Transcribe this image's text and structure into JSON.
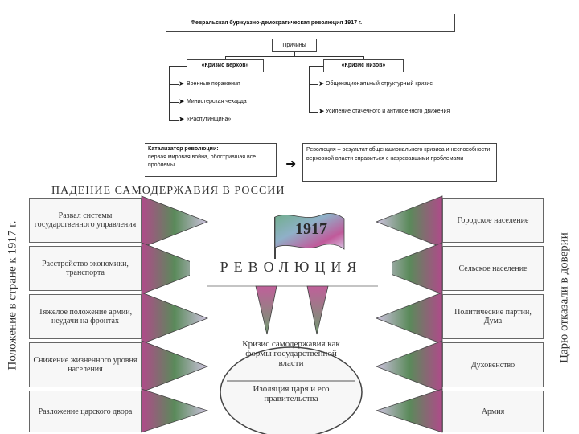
{
  "top": {
    "title": "Февральская буржуазно-демократическая революция 1917 г.",
    "causes_label": "Причины",
    "crisis_top": "«Кризис верхов»",
    "crisis_bottom": "«Кризис низов»",
    "left_items": [
      "Военные поражения",
      "Министерская чехарда",
      "«Распутинщина»"
    ],
    "right_items": [
      "Общенациональный структурный кризис",
      "Усиление стачечного и антивоенного движения"
    ],
    "catalyst_title": "Катализатор революции:",
    "catalyst_text": "первая мировая война, обострившая все проблемы",
    "revolution_text": "Революция – результат общенационального кризиса и неспособности верховной власти справиться с назревавшими проблемами"
  },
  "bottom": {
    "header": "ПАДЕНИЕ САМОДЕРЖАВИЯ В РОССИИ",
    "left_vertical": "Положение в стране к 1917 г.",
    "right_vertical": "Царю отказали в доверии",
    "year": "1917",
    "revolution": "РЕВОЛЮЦИЯ",
    "left_boxes": [
      "Развал системы государственного управления",
      "Расстройство экономики, транспорта",
      "Тяжелое положение армии, неудачи на фронтах",
      "Снижение жизненного уровня населения",
      "Разложение царского двора"
    ],
    "right_boxes": [
      "Городское население",
      "Сельское население",
      "Политические партии, Дума",
      "Духовенство",
      "Армия"
    ],
    "oval_line1": "Кризис самодержавия как формы государственной власти",
    "oval_line2": "Изоляция царя и его правительства"
  },
  "colors": {
    "line": "#333333",
    "box_border": "#666666",
    "box_fill": "#f7f7f7"
  }
}
